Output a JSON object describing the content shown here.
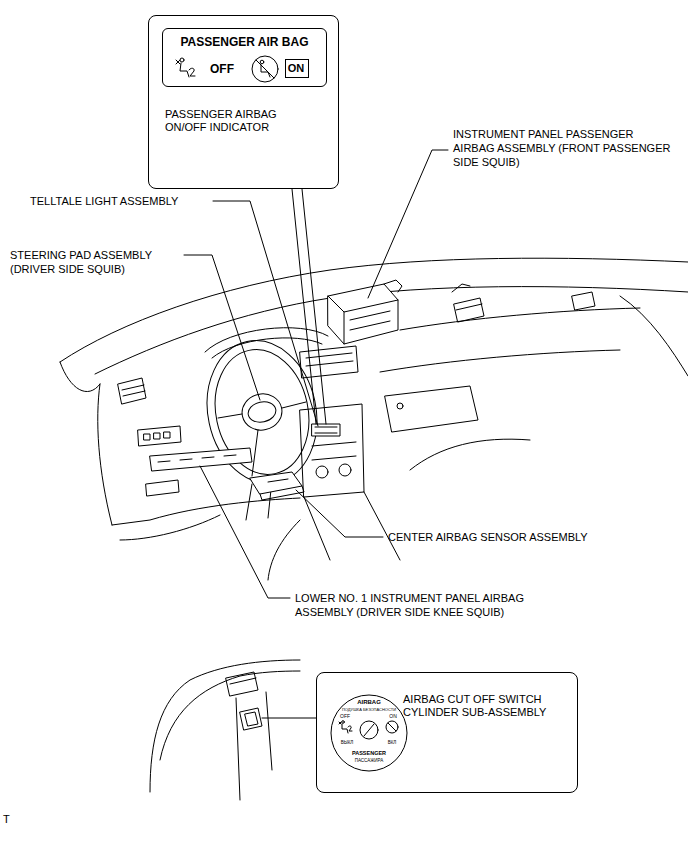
{
  "diagram": {
    "nodes": [
      {
        "text": [
          "PASSENGER AIRBAG ON/OFF INDICATOR"
        ]
      },
      {
        "text": [
          "PASSENGER AIR BAG",
          "OFF"
        ],
        "in": 0
      },
      {
        "text": [
          "ON"
        ],
        "in": 1
      },
      {
        "text": [
          "AIRBAG CUT OFF SWITCH CYLINDER SUB-ASSEMBLY"
        ]
      },
      {
        "text": [
          "AIRBAG",
          "ПОДУШКА БЕЗОПАСНОСТИ",
          "OFF",
          "ON",
          "ВЫКЛ",
          "ВКЛ",
          "PASSENGER",
          "ПАССАЖИРА"
        ],
        "in": 3
      }
    ],
    "labels": [
      "TELLTALE LIGHT ASSEMBLY",
      "STEERING PAD ASSEMBLY (DRIVER SIDE SQUIB)",
      "INSTRUMENT PANEL PASSENGER AIRBAG ASSEMBLY (FRONT PASSENGER SIDE SQUIB)",
      "CENTER AIRBAG SENSOR ASSEMBLY",
      "LOWER NO. 1 INSTRUMENT PANEL AIRBAG ASSEMBLY (DRIVER SIDE KNEE SQUIB)",
      "T"
    ]
  }
}
